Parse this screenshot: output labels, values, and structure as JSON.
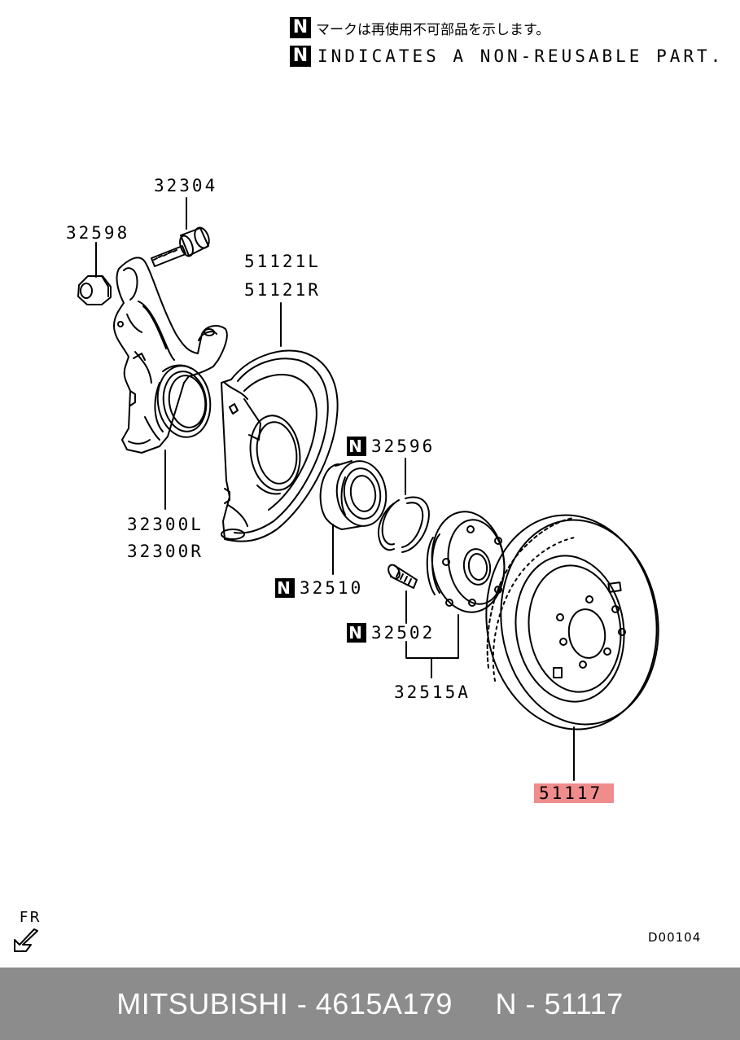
{
  "legend": {
    "badge": "N",
    "japanese": "マークは再使用不可部品を示します。",
    "english": "INDICATES A NON-REUSABLE PART."
  },
  "labels": {
    "p32304": "32304",
    "p32598": "32598",
    "p51121L": "51121L",
    "p51121R": "51121R",
    "p32300L": "32300L",
    "p32300R": "32300R",
    "p32596": "32596",
    "p32510": "32510",
    "p32502": "32502",
    "p32515A": "32515A",
    "p51117": "51117"
  },
  "non_reusable_badge": "N",
  "front_indicator": "FR",
  "diagram_ref": "D00104",
  "footer": {
    "text": "MITSUBISHI - 4615A179     N - 51117"
  },
  "colors": {
    "highlight": "#f08c8c",
    "footer_bg": "#8c8c8c"
  }
}
